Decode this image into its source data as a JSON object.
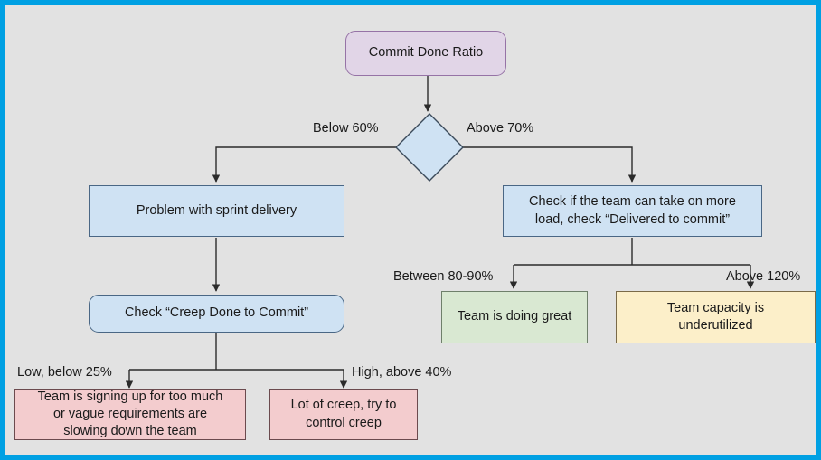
{
  "diagram": {
    "title": "Commit Done Ratio decision flowchart",
    "canvas_bg": "#e2e2e2",
    "frame_color": "#00a0e3",
    "nodes": {
      "commit_done_ratio": {
        "label": "Commit Done Ratio",
        "fill": "#e1d5e7",
        "stroke": "#9673a6",
        "shape": "rounded-rect"
      },
      "decision": {
        "label": "",
        "fill": "#cfe2f3",
        "stroke": "#3b4a5a",
        "shape": "diamond"
      },
      "problem_sprint_delivery": {
        "label": "Problem with sprint delivery",
        "fill": "#cfe2f3",
        "stroke": "#4a6785",
        "shape": "rect"
      },
      "check_team_capacity": {
        "label": "Check if the team can take on more\nload, check “Delivered to commit”",
        "fill": "#cfe2f3",
        "stroke": "#4a6785",
        "shape": "rect"
      },
      "check_creep": {
        "label": "Check “Creep Done to Commit”",
        "fill": "#cfe2f3",
        "stroke": "#4a6785",
        "shape": "rounded-rect"
      },
      "team_doing_great": {
        "label": "Team is doing great",
        "fill": "#d9e8d2",
        "stroke": "#6f7f6b",
        "shape": "rect"
      },
      "team_underutilized": {
        "label": "Team capacity is\nunderutilized",
        "fill": "#fcefc9",
        "stroke": "#7a6a48",
        "shape": "rect"
      },
      "signing_up_too_much": {
        "label": "Team is signing up for too much\nor vague requirements are\nslowing down the team",
        "fill": "#f3ccce",
        "stroke": "#6b4a4e",
        "shape": "rect"
      },
      "lot_of_creep": {
        "label": "Lot of creep, try to\ncontrol creep",
        "fill": "#f3ccce",
        "stroke": "#6b4a4e",
        "shape": "rect"
      }
    },
    "edge_labels": {
      "below_60": "Below 60%",
      "above_70": "Above 70%",
      "between_80_90": "Between 80-90%",
      "above_120": "Above 120%",
      "low_below_25": "Low, below 25%",
      "high_above_40": "High, above 40%"
    }
  }
}
